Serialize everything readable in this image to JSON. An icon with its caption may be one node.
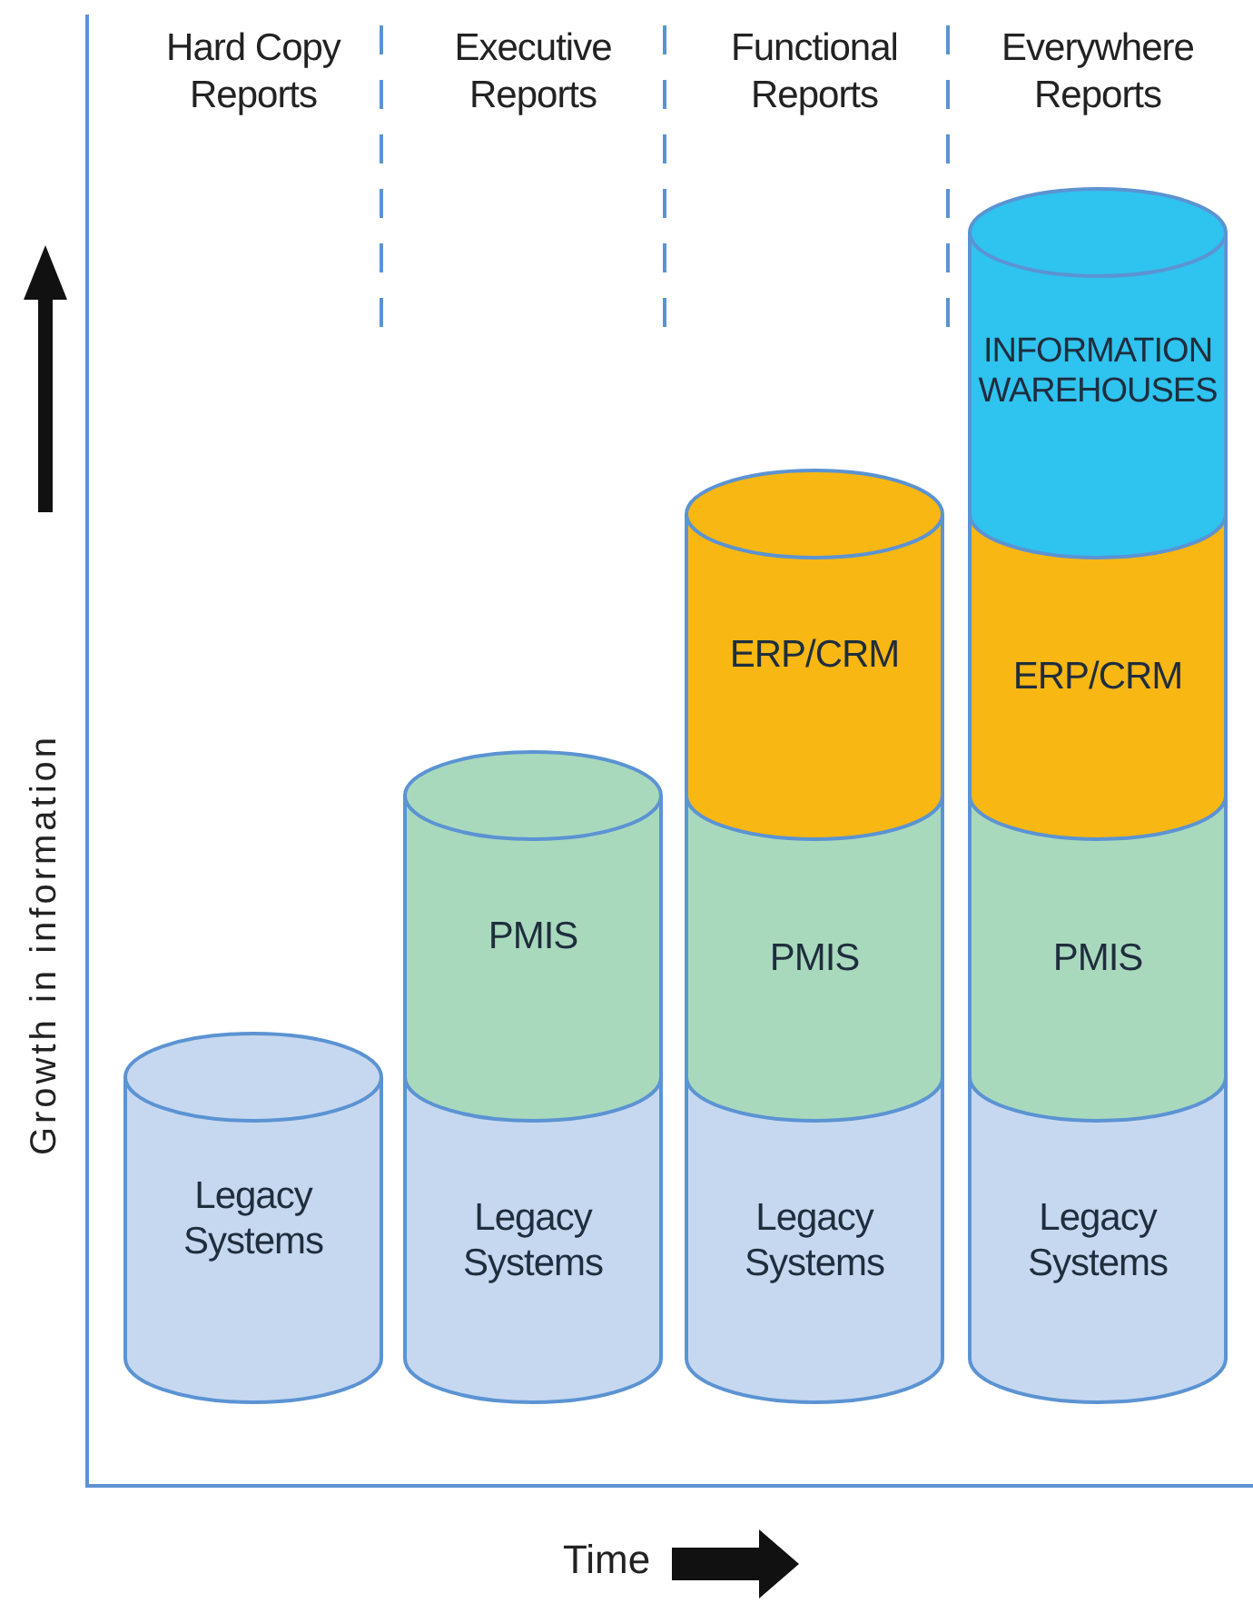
{
  "diagram": {
    "nodes": [
      {
        "text": [
          "Legacy Systems"
        ]
      },
      {
        "text": [
          "PMIS"
        ]
      },
      {
        "text": [
          "Legacy Systems"
        ]
      },
      {
        "text": [
          "ERP/CRM"
        ]
      },
      {
        "text": [
          "PMIS"
        ]
      },
      {
        "text": [
          "Legacy Systems"
        ]
      },
      {
        "text": [
          "INFORMATION WAREHOUSES"
        ]
      },
      {
        "text": [
          "ERP/CRM"
        ]
      },
      {
        "text": [
          "PMIS"
        ]
      },
      {
        "text": [
          "Legacy Systems"
        ]
      }
    ],
    "labels": [
      "Hard Copy Reports",
      "Executive Reports",
      "Functional Reports",
      "Everywhere Reports",
      "Growth in information",
      "Time"
    ]
  }
}
